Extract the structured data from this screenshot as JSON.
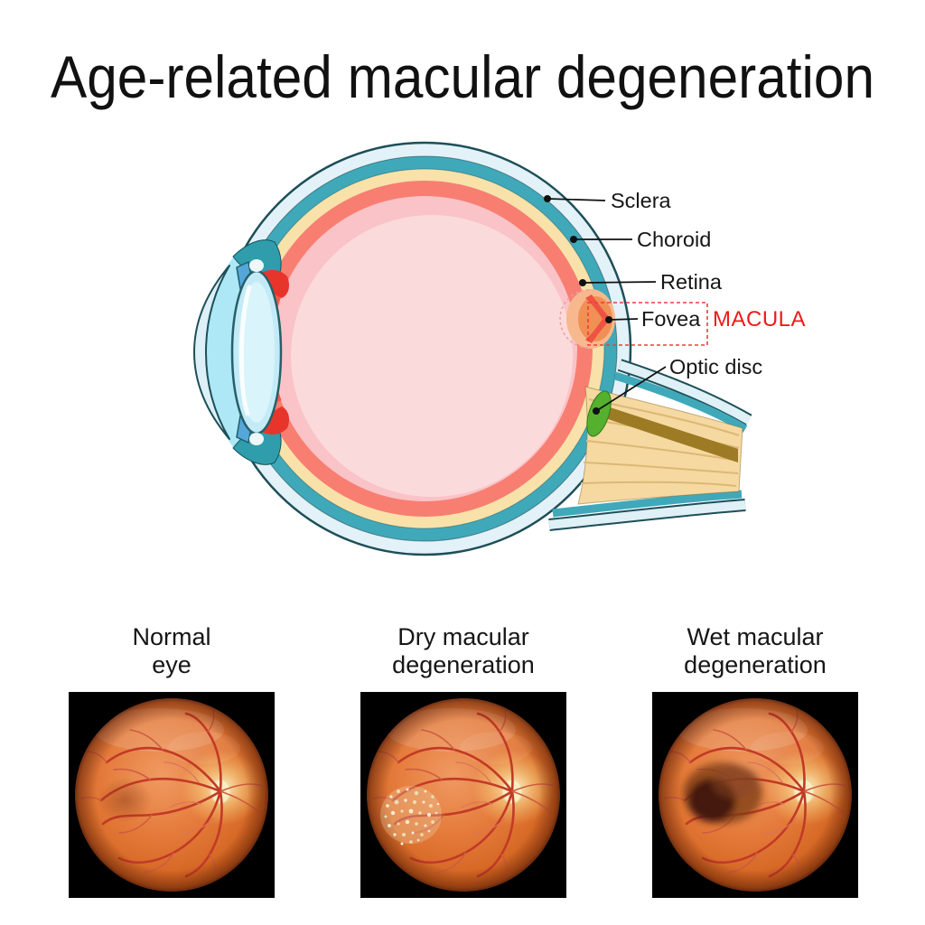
{
  "title": "Age-related macular degeneration",
  "diagram": {
    "labels": {
      "sclera": "Sclera",
      "choroid": "Choroid",
      "retina": "Retina",
      "fovea": "Fovea",
      "macula": "MACULA",
      "optic_disc": "Optic disc"
    },
    "colors": {
      "sclera_outer": "#e3f2f8",
      "sclera_teal": "#3fa9ba",
      "choroid_cream": "#f8e2aa",
      "retina_salmon": "#f87e72",
      "vitreous_pink": "#fbdadb",
      "macula_label_red": "#ee1b1b",
      "optic_disc_green": "#55b02e",
      "label_text": "#161616",
      "fundus_orange": "#d2631f",
      "vessel_red": "#c23a26"
    }
  },
  "panels": [
    {
      "variant": "normal",
      "line1": "Normal",
      "line2": "eye"
    },
    {
      "variant": "dry",
      "line1": "Dry macular",
      "line2": "degeneration"
    },
    {
      "variant": "wet",
      "line1": "Wet macular",
      "line2": "degeneration"
    }
  ]
}
